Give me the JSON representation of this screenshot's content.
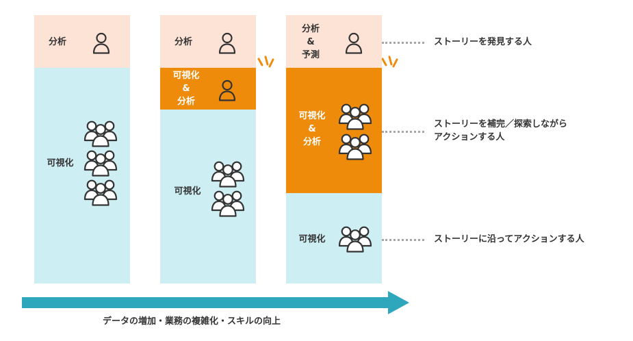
{
  "colors": {
    "analysis_bg": "#fde3d6",
    "visual_bg": "#cdeef2",
    "highlight_bg": "#ee8b0b",
    "arrow": "#2ea7bd",
    "spark": "#ee8b0b",
    "text": "#333333",
    "dots": "#a6a6a6"
  },
  "columns": [
    {
      "top": {
        "lines": [
          "分析"
        ]
      },
      "bottom": {
        "lines": [
          "可視化"
        ]
      }
    },
    {
      "top": {
        "lines": [
          "分析"
        ]
      },
      "middle": {
        "lines": [
          "可視化",
          "&",
          "分析"
        ]
      },
      "bottom": {
        "lines": [
          "可視化"
        ]
      }
    },
    {
      "top": {
        "lines": [
          "分析",
          "&",
          "予測"
        ]
      },
      "middle": {
        "lines": [
          "可視化",
          "&",
          "分析"
        ]
      },
      "bottom": {
        "lines": [
          "可視化"
        ]
      }
    }
  ],
  "roles": [
    {
      "lines": [
        "ストーリーを発見する人"
      ]
    },
    {
      "lines": [
        "ストーリーを補完／探索しながら",
        "アクションする人"
      ]
    },
    {
      "lines": [
        "ストーリーに沿ってアクションする人"
      ]
    }
  ],
  "axis": {
    "label": "データの増加・業務の複雑化・スキルの向上"
  }
}
